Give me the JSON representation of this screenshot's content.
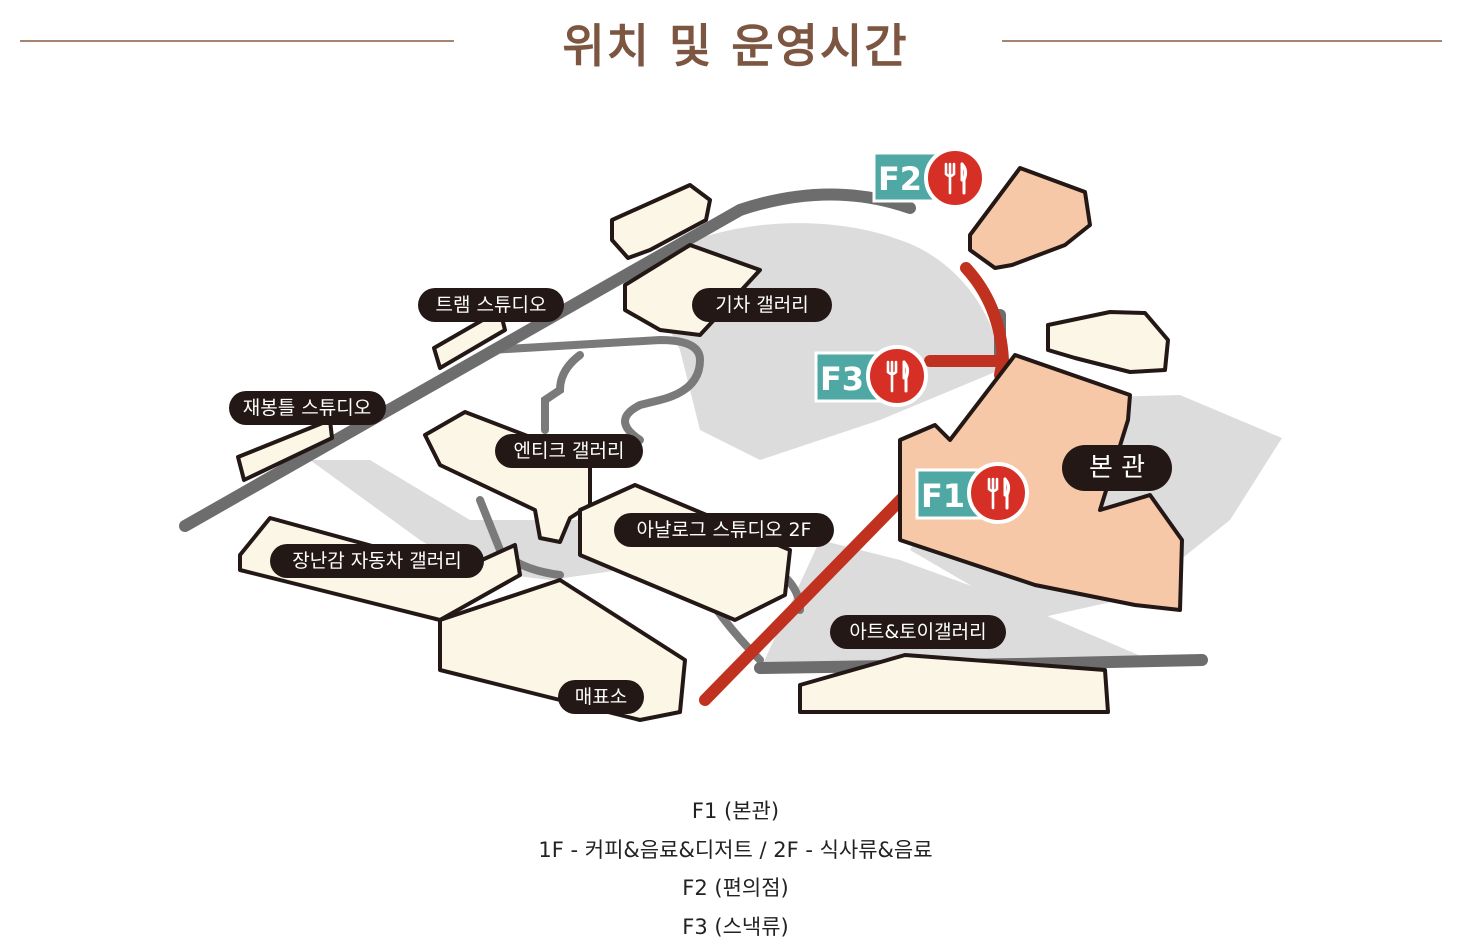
{
  "header": {
    "title": "위치 및 운영시간"
  },
  "map": {
    "labels": {
      "tram": "트램 스튜디오",
      "train": "기차 갤러리",
      "sewing": "재봉틀 스튜디오",
      "antique": "엔티크 갤러리",
      "analog": "아날로그 스튜디오 2F",
      "toycar": "장난감 자동차 갤러리",
      "ticket": "매표소",
      "arttoy": "아트&토이갤러리",
      "main": "본 관"
    },
    "badges": {
      "f1": "F1",
      "f2": "F2",
      "f3": "F3"
    },
    "icons": {
      "dining": "fork-knife-icon"
    },
    "colors": {
      "route": "#c0321f",
      "badge_teal": "#4fa8a4",
      "dining_red": "#d62f26",
      "main_building": "#f6c8a8",
      "building": "#fbf6e6",
      "road": "#6d6d6d",
      "ground": "#dcdcdc",
      "label_bg": "#231815"
    }
  },
  "info": {
    "lines": [
      "F1 (본관)",
      "1F - 커피&음료&디저트 / 2F - 식사류&음료",
      "F2 (편의점)",
      "F3 (스낵류)"
    ]
  }
}
